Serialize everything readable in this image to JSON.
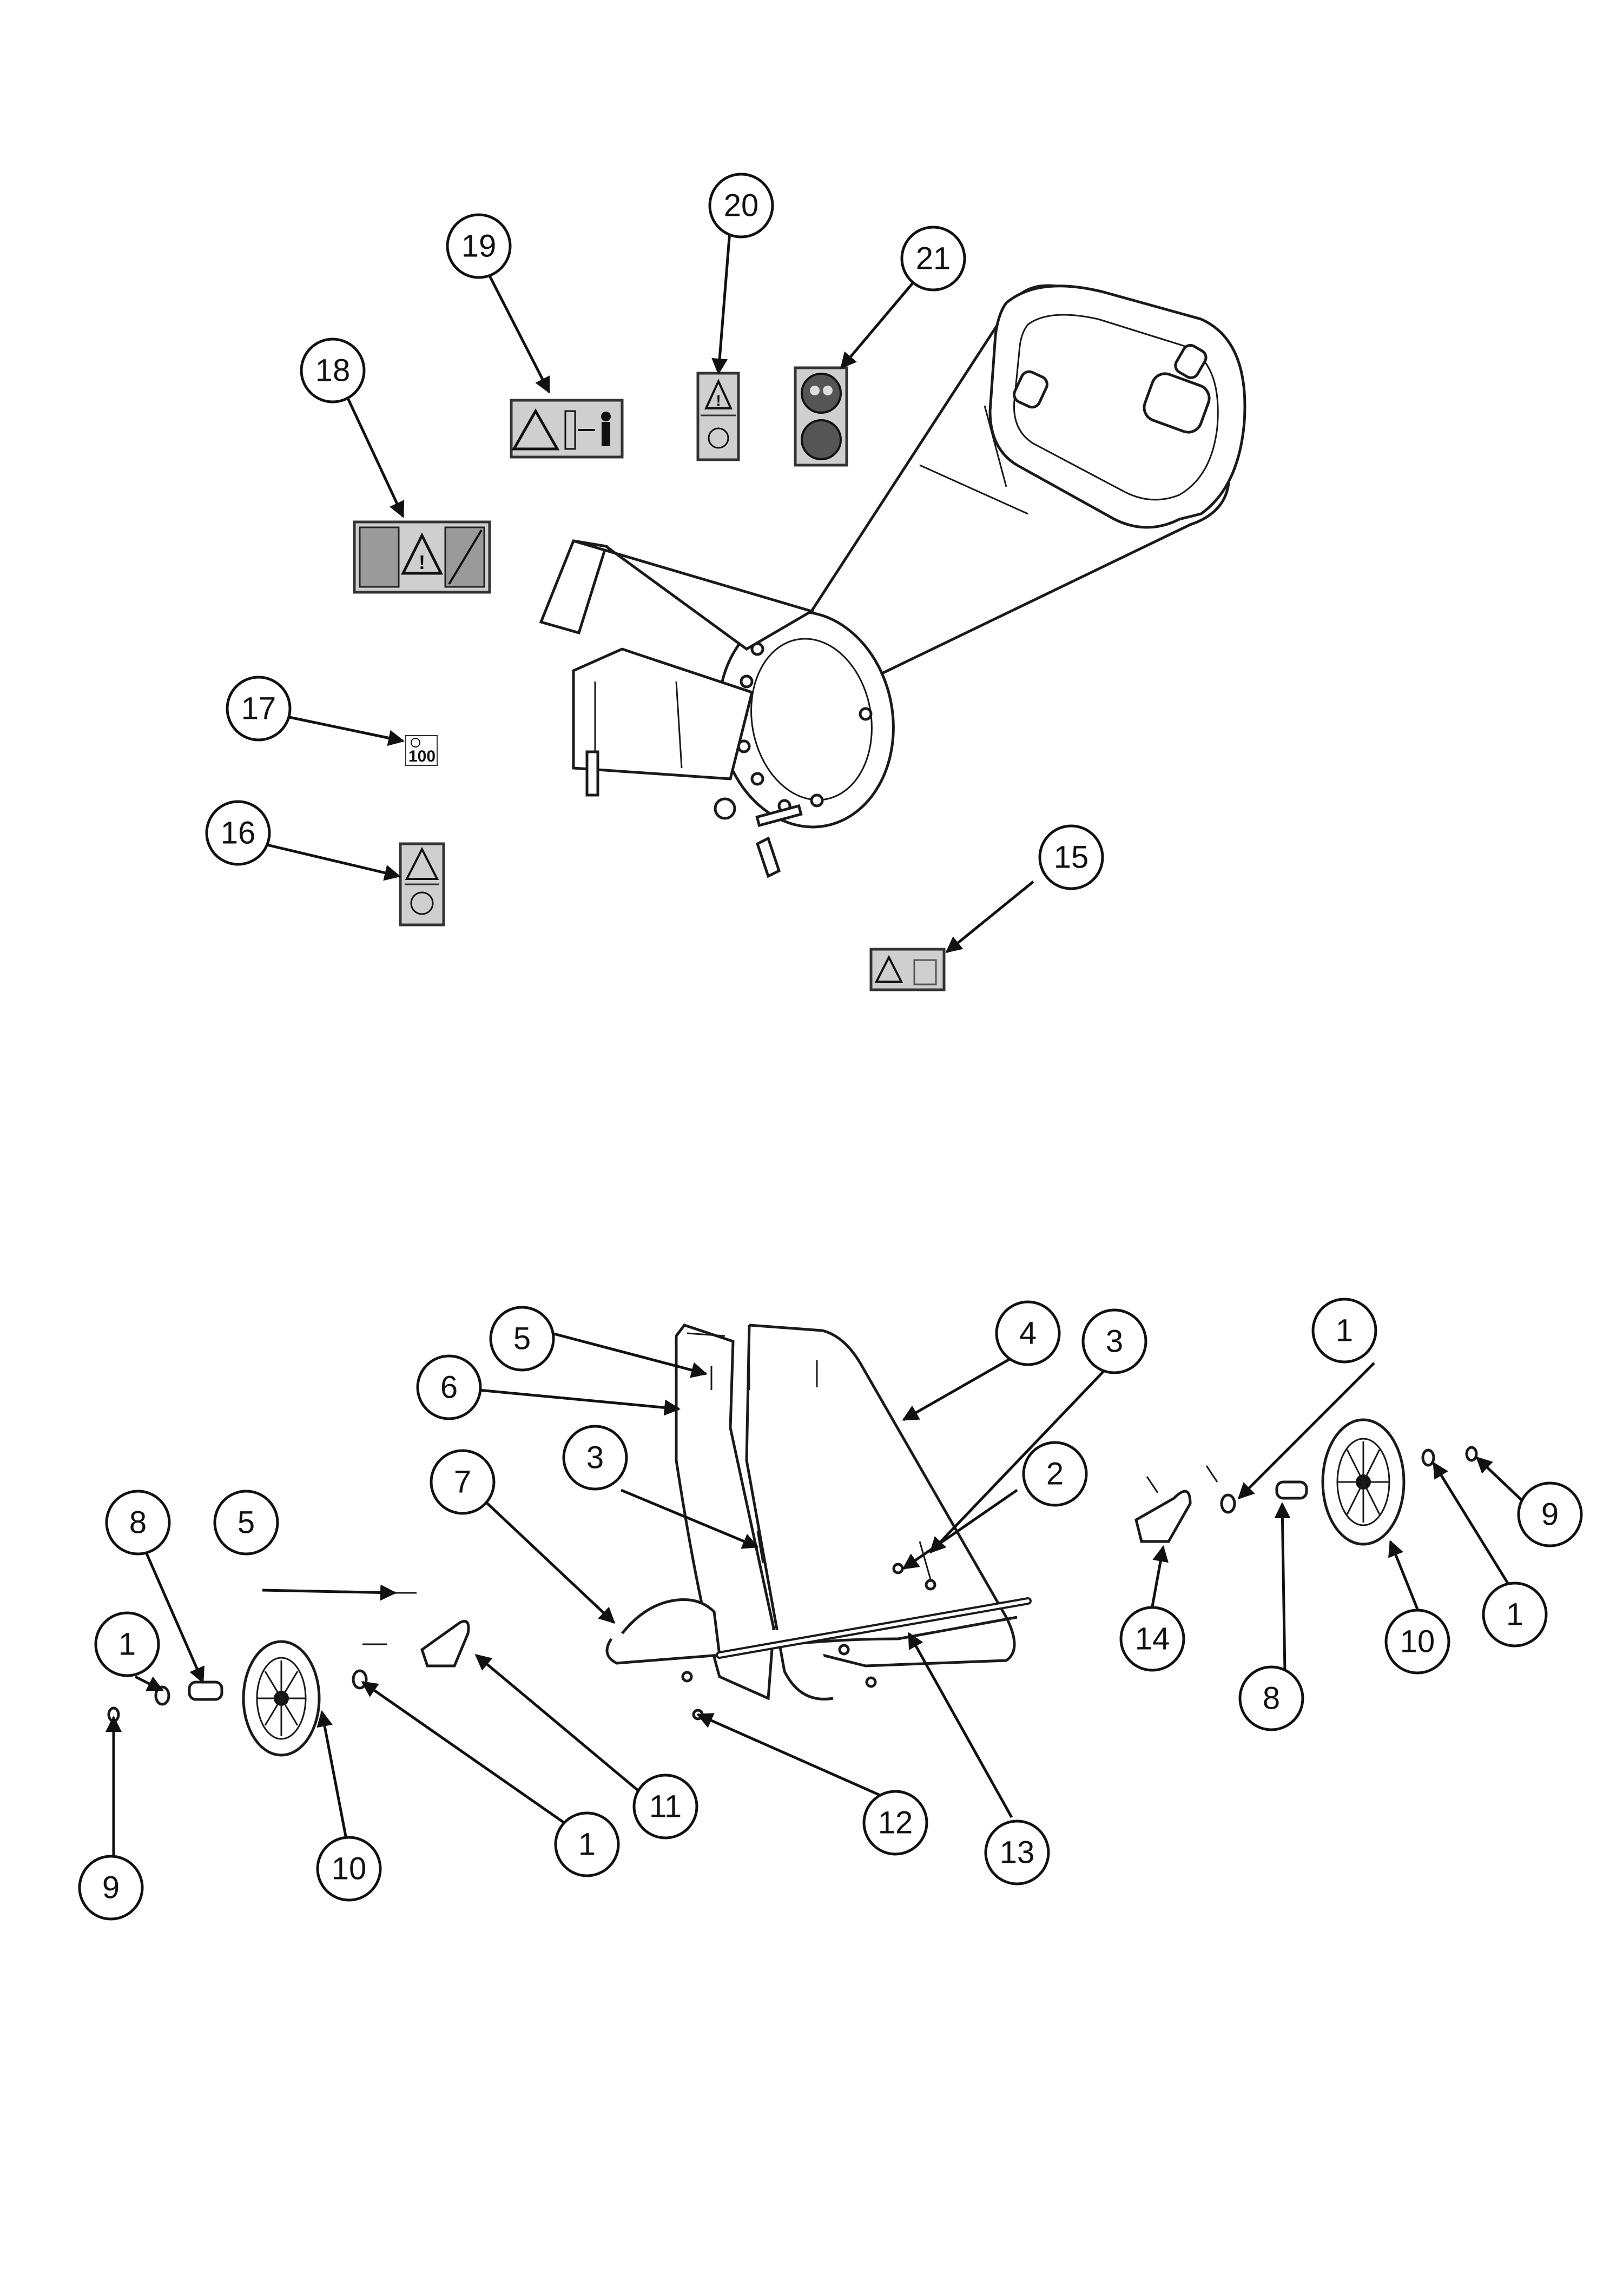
{
  "callouts": {
    "c1a": "1",
    "c1b": "1",
    "c1c": "1",
    "c1d": "1",
    "c2": "2",
    "c3a": "3",
    "c3b": "3",
    "c4": "4",
    "c5a": "5",
    "c5b": "5",
    "c6": "6",
    "c7": "7",
    "c8a": "8",
    "c8b": "8",
    "c9a": "9",
    "c9b": "9",
    "c10a": "10",
    "c10b": "10",
    "c11": "11",
    "c12": "12",
    "c13": "13",
    "c14": "14",
    "c15": "15",
    "c16": "16",
    "c17": "17",
    "c18": "18",
    "c19": "19",
    "c20": "20",
    "c21": "21"
  },
  "decals": {
    "speed_label": "100"
  }
}
